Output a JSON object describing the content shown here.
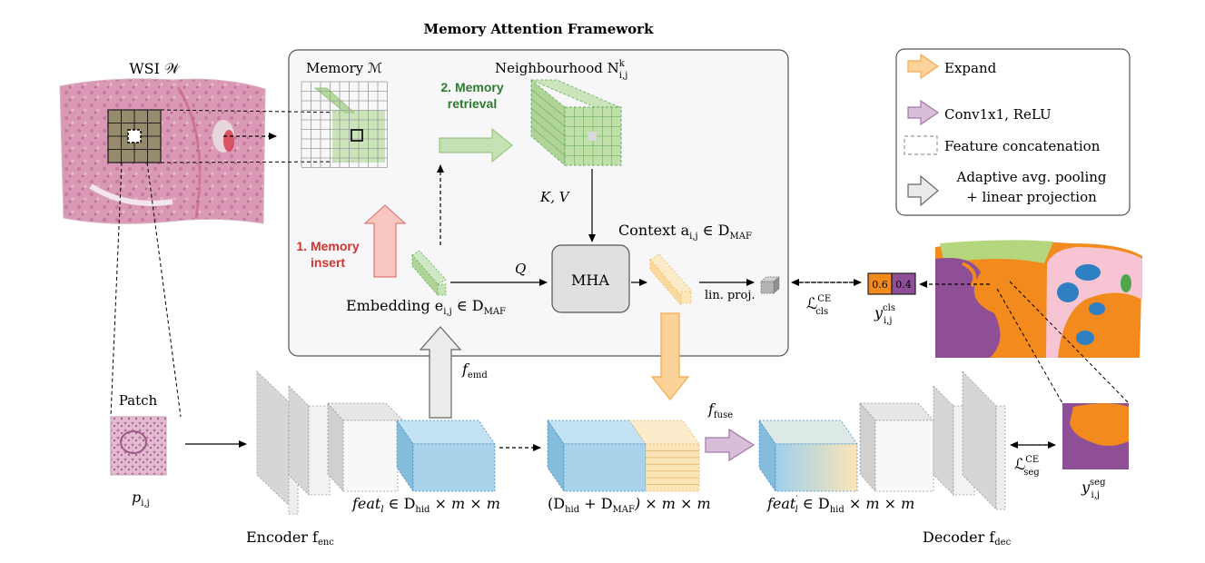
{
  "title": "Memory Attention Framework",
  "wsi_label": "WSI 𝒲",
  "memory_label": "Memory ℳ",
  "neighbourhood_label": "Neighbourhood N",
  "neighbourhood_sub": "i,j",
  "neighbourhood_sup": "k",
  "memory_retrieval_line1": "2. Memory",
  "memory_retrieval_line2": "retrieval",
  "memory_insert_line1": "1. Memory",
  "memory_insert_line2": "insert",
  "kv_label": "K, V",
  "q_label": "Q",
  "mha_label": "MHA",
  "context_label": "Context a",
  "context_sub": "i,j",
  "context_rest": " ∈ D",
  "context_rest_sub": "MAF",
  "embedding_label": "Embedding e",
  "embedding_sub": "i,j",
  "embedding_rest": " ∈ D",
  "embedding_rest_sub": "MAF",
  "lin_proj_label": "lin. proj.",
  "loss_cls": "ℒ",
  "loss_cls_sup": "CE",
  "loss_cls_sub": "cls",
  "loss_seg": "ℒ",
  "loss_seg_sup": "CE",
  "loss_seg_sub": "seg",
  "ycls_values": [
    "0.6",
    "0.4"
  ],
  "ycls_label": "y",
  "ycls_sup": "cls",
  "ycls_sub": "i,j",
  "yseg_label": "y",
  "yseg_sup": "seg",
  "yseg_sub": "i,j",
  "patch_label": "Patch",
  "patch_var": "p",
  "patch_sub": "i,j",
  "femd_label": "f",
  "femd_sub": "emd",
  "ffuse_label": "f",
  "ffuse_sub": "fuse",
  "feat_l_label": "feat",
  "feat_l_sub": "l",
  "feat_l_rest": " ∈ D",
  "feat_l_rest_sub": "hid",
  "feat_l_tail": " × m × m",
  "concat_label_a": "(D",
  "concat_label_a_sub": "hid",
  "concat_label_b": " + D",
  "concat_label_b_sub": "MAF",
  "concat_label_tail": ") × m × m",
  "feat_lp_label": "feat",
  "feat_lp_sup": "′",
  "feat_lp_sub": "l",
  "feat_lp_rest": " ∈ D",
  "feat_lp_rest_sub": "hid",
  "feat_lp_tail": " × m × m",
  "encoder_label": "Encoder f",
  "encoder_sub": "enc",
  "decoder_label": "Decoder f",
  "decoder_sub": "dec",
  "legend": {
    "expand": "Expand",
    "conv": "Conv1x1, ReLU",
    "concat": "Feature concatenation",
    "pool_line1": "Adaptive avg. pooling",
    "pool_line2": "+ linear projection"
  },
  "colors": {
    "expand": "#f5a94a",
    "conv": "#b58ab8",
    "memory_green": "#a9cf94",
    "insert_red": "#f3a9a2",
    "blue_block": "#a9d3ea",
    "yellow_block": "#fbe5b6",
    "seg_orange": "#f28a1e",
    "seg_purple": "#8e4f96",
    "retrieval_text": "#2e7a2e",
    "insert_text": "#d2332f"
  }
}
